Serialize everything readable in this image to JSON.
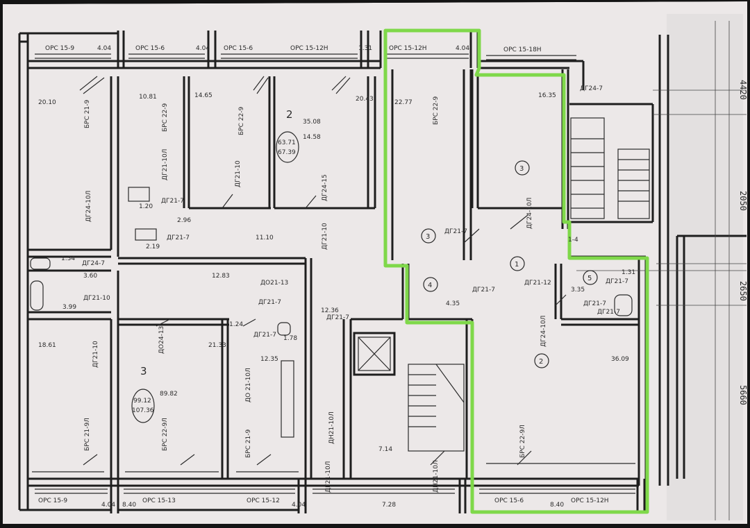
{
  "plan": {
    "paper_color": "#ece8e8",
    "line_color": "#1e1e1e",
    "highlight_color": "#7fd84a",
    "apartments": [
      {
        "number": "2",
        "circle_top": "63.71",
        "circle_bottom": "67.39",
        "sub_area_a": "35.08",
        "sub_area_b": "14.58"
      },
      {
        "number": "3",
        "circle_top": "99.12",
        "circle_bottom": "107.36",
        "side_note": "89.82"
      }
    ],
    "room_markers": [
      "1",
      "2",
      "3",
      "3",
      "4",
      "5"
    ],
    "room_areas": [
      "20.10",
      "10.81",
      "14.65",
      "20.43",
      "22.77",
      "16.35",
      "18.61",
      "21.33",
      "12.35",
      "36.09",
      "12.36",
      "7.14",
      "4.35",
      "11.10",
      "12.83",
      "3.60",
      "3.99",
      "1.78",
      "2.96",
      "2.19",
      "1.20",
      "1.34",
      "1.24",
      "1.31",
      "3.35"
    ],
    "window_codes": [
      "ОРС 15-9",
      "ОРС 15-6",
      "ОРС 15-6",
      "ОРС 15-12Н",
      "ОРС 15-12Н",
      "ОРС 15-18Н",
      "ОРС 15-9",
      "ОРС 15-13",
      "ОРС 15-12",
      "ОРС 15-6",
      "ОРС 15-12Н"
    ],
    "wall_marks": [
      "4.04",
      "4.04",
      "4.04",
      "1.31",
      "4.04",
      "8.40",
      "4.04",
      "8.40",
      "7.28"
    ],
    "door_codes": [
      "БРС 21-9",
      "БРС 22-9",
      "ДГ21-10Л",
      "ДГ24-10Л",
      "ДГ21-10",
      "БРС 22-9",
      "ДГ24-15",
      "БРС 22-9",
      "ДО24-13",
      "БРС 21-9Л",
      "БРС 22-9Л",
      "БРС 21-9",
      "ДГ21-10",
      "ДО21-13",
      "ДО 21-10Л",
      "ДН21-10Л",
      "ДН21-10Л",
      "ДГ24-10Л",
      "ДГ24-10Л",
      "БРС 22-9Л",
      "ДГ21-10",
      "ДГ21-10Л"
    ],
    "small_marks": [
      "ДГ21-7",
      "ДГ21-7",
      "ДГ24-7",
      "ДГ21-10",
      "ДГ21-7",
      "ДГ21-7",
      "ДГ21-7",
      "ДГ21-12",
      "ДГ21-7",
      "ДГ21-7",
      "ДГ24-7",
      "ДГ21-7",
      "ДГ21-7",
      "ДГ21-7"
    ],
    "right_dims": [
      "4420",
      "2050",
      "2650",
      "5660",
      "1-4"
    ]
  }
}
